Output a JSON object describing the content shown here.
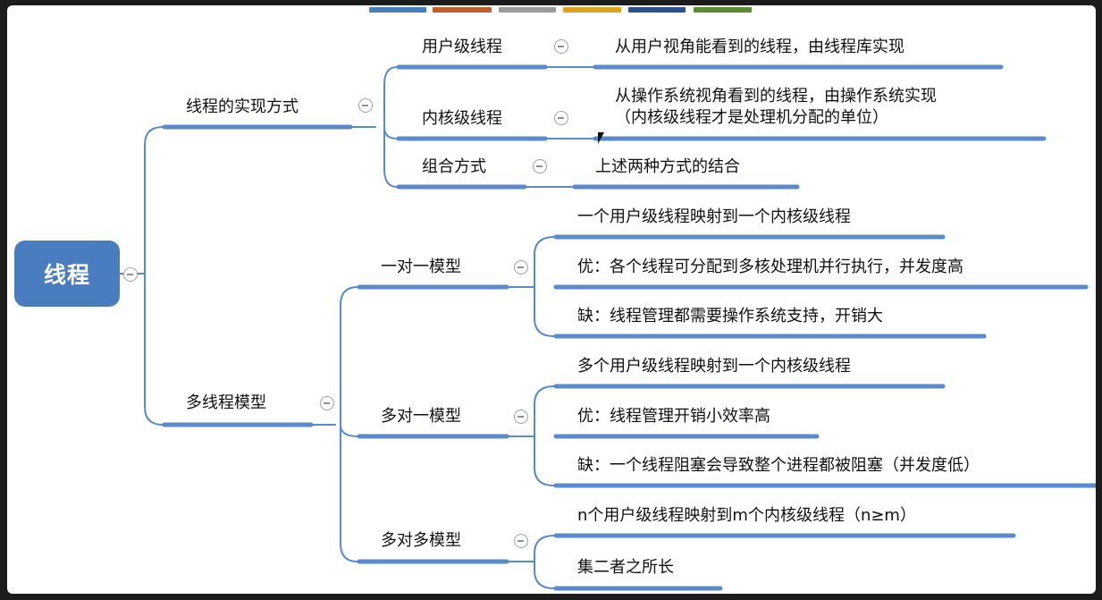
{
  "root": {
    "label": "线程"
  },
  "branches": [
    {
      "label": "线程的实现方式",
      "children": [
        {
          "label": "用户级线程",
          "notes": [
            "从用户视角能看到的线程，由线程库实现"
          ]
        },
        {
          "label": "内核级线程",
          "notes": [
            "从操作系统视角看到的线程，由操作系统实现\n（内核级线程才是处理机分配的单位）"
          ]
        },
        {
          "label": "组合方式",
          "notes": [
            "上述两种方式的结合"
          ]
        }
      ]
    },
    {
      "label": "多线程模型",
      "children": [
        {
          "label": "一对一模型",
          "notes": [
            "一个用户级线程映射到一个内核级线程",
            "优：各个线程可分配到多核处理机并行执行，并发度高",
            "缺：线程管理都需要操作系统支持，开销大"
          ]
        },
        {
          "label": "多对一模型",
          "notes": [
            "多个用户级线程映射到一个内核级线程",
            "优：线程管理开销小效率高",
            "缺：一个线程阻塞会导致整个进程都被阻塞（并发度低）"
          ]
        },
        {
          "label": "多对多模型",
          "notes": [
            "n个用户级线程映射到m个内核级线程（n≥m）",
            "集二者之所长"
          ]
        }
      ]
    }
  ],
  "colors": {
    "accent": "#4a7cc0",
    "line": "#5b8ac9",
    "tabs": [
      "#4a7cc0",
      "#c0602a",
      "#9a9a9a",
      "#e0a020",
      "#2e4f8f",
      "#5a8a35"
    ]
  }
}
